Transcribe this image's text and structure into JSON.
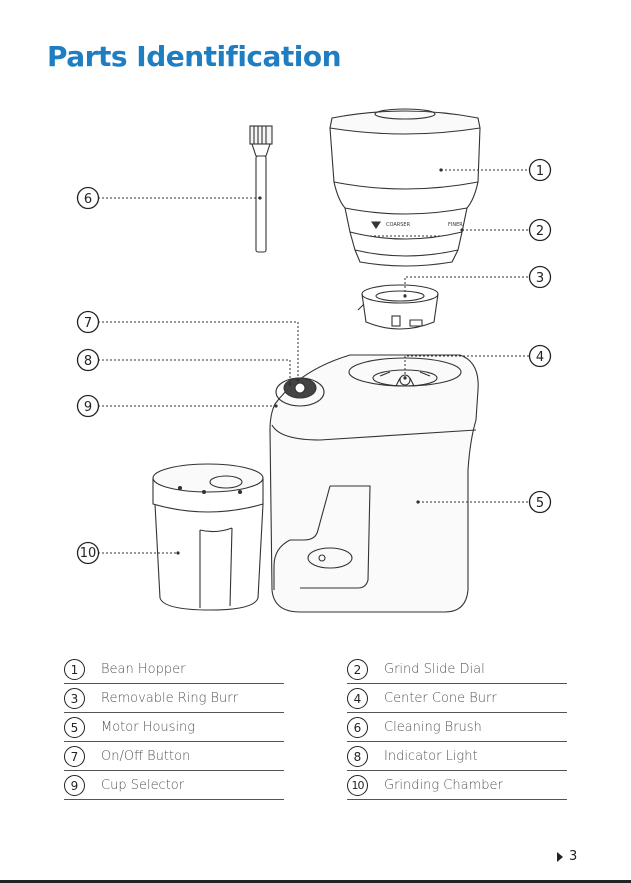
{
  "page": {
    "title": "Parts Identification",
    "page_number": "3"
  },
  "callouts": [
    "1",
    "2",
    "3",
    "4",
    "5",
    "6",
    "7",
    "8",
    "9",
    "10"
  ],
  "dial_marks": {
    "hopper_text_a": "COARSER",
    "hopper_text_b": "FINER"
  },
  "legend": [
    {
      "num": "1",
      "label": "Bean Hopper"
    },
    {
      "num": "2",
      "label": "Grind Slide Dial"
    },
    {
      "num": "3",
      "label": "Removable Ring Burr"
    },
    {
      "num": "4",
      "label": "Center Cone Burr"
    },
    {
      "num": "5",
      "label": "Motor Housing"
    },
    {
      "num": "6",
      "label": "Cleaning Brush"
    },
    {
      "num": "7",
      "label": "On/Off Button"
    },
    {
      "num": "8",
      "label": "Indicator Light"
    },
    {
      "num": "9",
      "label": "Cup Selector"
    },
    {
      "num": "10",
      "label": "Grinding Chamber"
    }
  ],
  "colors": {
    "title": "#1f7ec1",
    "line": "#333333"
  }
}
